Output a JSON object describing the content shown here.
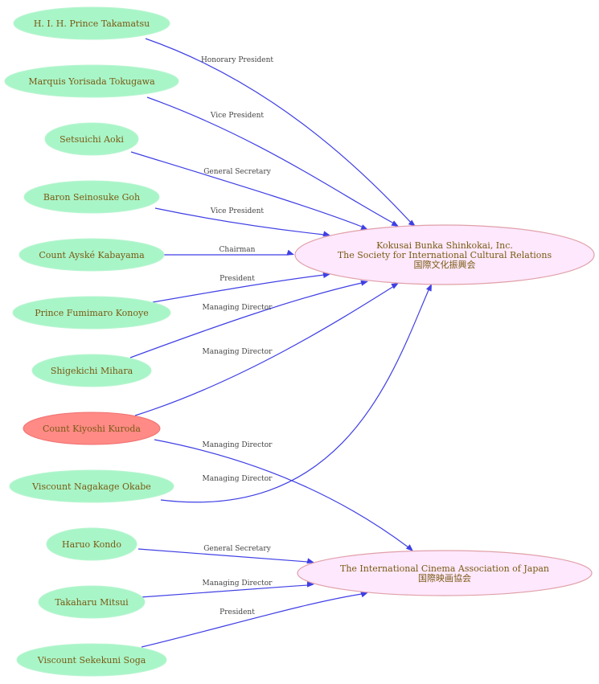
{
  "colors": {
    "person_fill": "#a8f5c8",
    "highlight_fill": "#ff8a86",
    "org_fill": "#fde8fd",
    "org_stroke": "#e0a0a8",
    "edge": "#3f3fe6",
    "text": "#7a5a12"
  },
  "people": [
    {
      "id": "takamatsu",
      "label": "H. I. H. Prince Takamatsu"
    },
    {
      "id": "tokugawa",
      "label": "Marquis  Yorisada Tokugawa"
    },
    {
      "id": "aoki",
      "label": "Setsuichi Aoki"
    },
    {
      "id": "goh",
      "label": "Baron Seinosuke Goh"
    },
    {
      "id": "kabayama",
      "label": "Count Ayské Kabayama"
    },
    {
      "id": "konoye",
      "label": "Prince Fumimaro Konoye"
    },
    {
      "id": "mihara",
      "label": "Shigekichi Mihara"
    },
    {
      "id": "kuroda",
      "label": "Count Kiyoshi Kuroda",
      "highlight": true
    },
    {
      "id": "okabe",
      "label": "Viscount Nagakage Okabe"
    },
    {
      "id": "kondo",
      "label": "Haruo Kondo"
    },
    {
      "id": "mitsui",
      "label": "Takaharu Mitsui"
    },
    {
      "id": "soga",
      "label": "Viscount Sekekuni Soga"
    }
  ],
  "organizations": [
    {
      "id": "kbs",
      "lines": [
        "Kokusai Bunka Shinkokai, Inc.",
        "The Society for International Cultural Relations",
        "国際文化振興会"
      ]
    },
    {
      "id": "ica",
      "lines": [
        "The International Cinema Association of Japan",
        "国際映画協会"
      ]
    }
  ],
  "edges": [
    {
      "from": "takamatsu",
      "to": "kbs",
      "label": "Honorary President"
    },
    {
      "from": "tokugawa",
      "to": "kbs",
      "label": "Vice President"
    },
    {
      "from": "aoki",
      "to": "kbs",
      "label": "General Secretary"
    },
    {
      "from": "goh",
      "to": "kbs",
      "label": "Vice President"
    },
    {
      "from": "kabayama",
      "to": "kbs",
      "label": "Chairman"
    },
    {
      "from": "konoye",
      "to": "kbs",
      "label": "President"
    },
    {
      "from": "mihara",
      "to": "kbs",
      "label": "Managing Director"
    },
    {
      "from": "kuroda",
      "to": "kbs",
      "label": "Managing Director"
    },
    {
      "from": "kuroda",
      "to": "ica",
      "label": "Managing Director"
    },
    {
      "from": "okabe",
      "to": "kbs",
      "label": "Managing Director"
    },
    {
      "from": "kondo",
      "to": "ica",
      "label": "General Secretary"
    },
    {
      "from": "mitsui",
      "to": "ica",
      "label": "Managing Director"
    },
    {
      "from": "soga",
      "to": "ica",
      "label": "President"
    }
  ]
}
